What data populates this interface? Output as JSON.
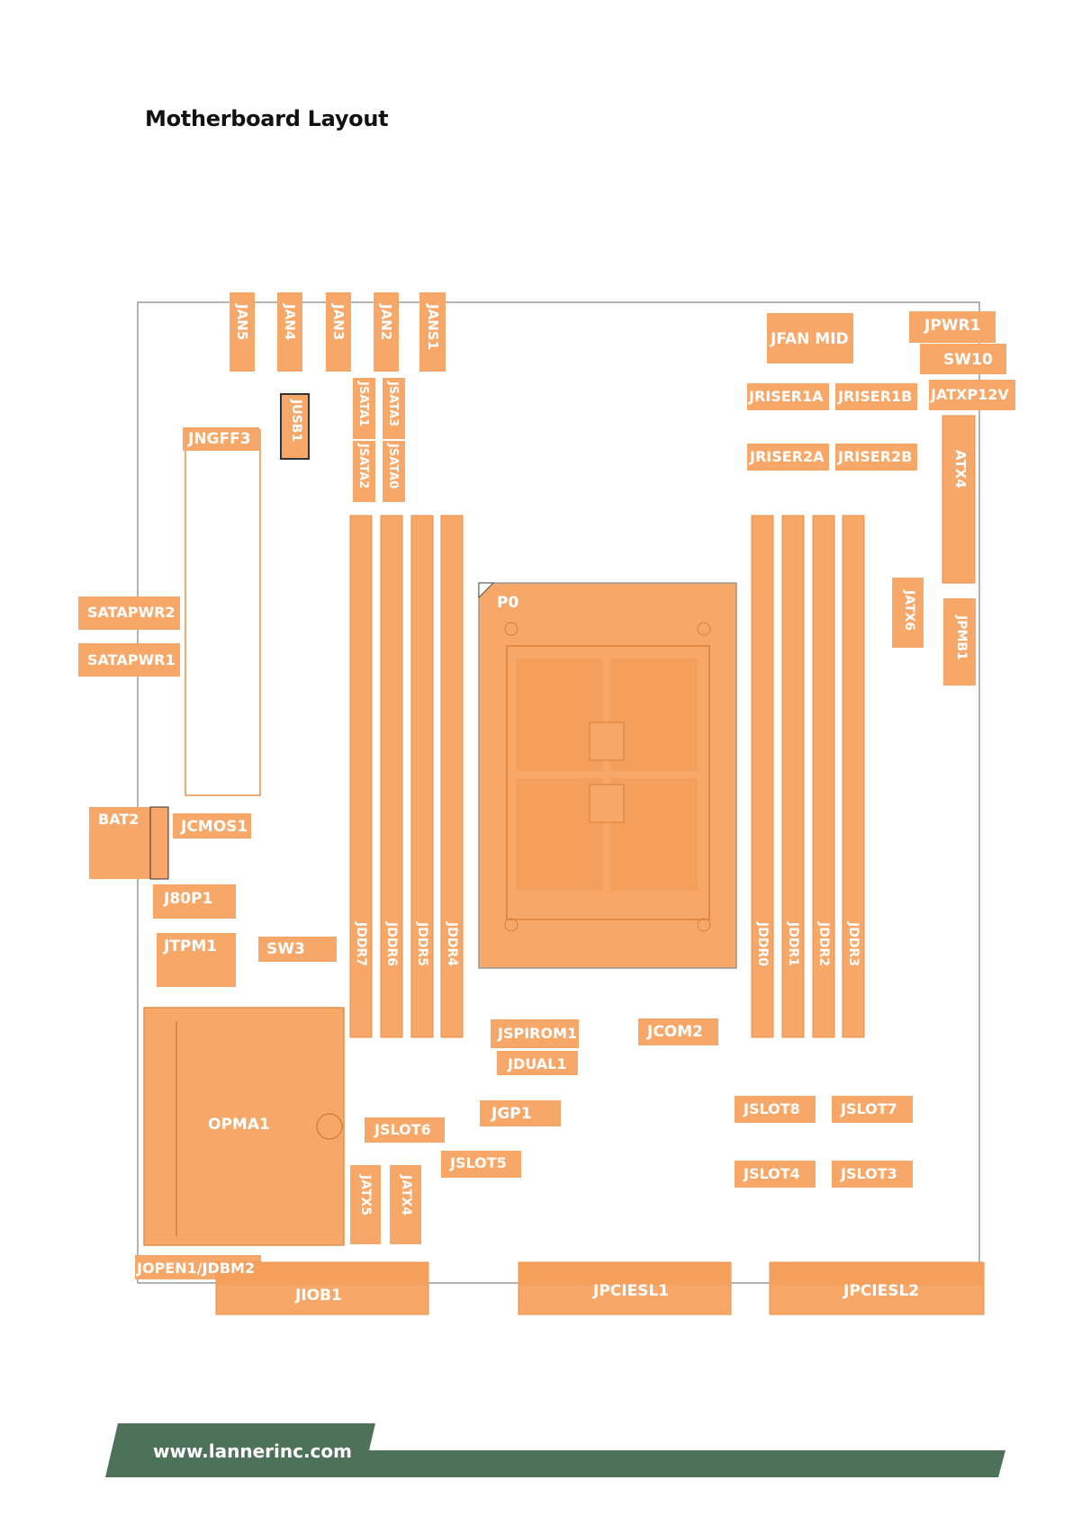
{
  "title": "Motherboard Layout",
  "footer_url": "www.lannerinc.com",
  "colors": {
    "component": "#f7a768",
    "component_border": "#e88f48",
    "footer": "#4e7259"
  },
  "components": {
    "jan5": "JAN5",
    "jan4": "JAN4",
    "jan3": "JAN3",
    "jan2": "JAN2",
    "jans1": "JANS1",
    "jusb1": "JUSB1",
    "jsata1": "JSATA1",
    "jsata3": "JSATA3",
    "jsata2": "JSATA2",
    "jsata0": "JSATA0",
    "jngff3": "JNGFF3",
    "satapwr2": "SATAPWR2",
    "satapwr1": "SATAPWR1",
    "bat2": "BAT2",
    "jcmos1": "JCMOS1",
    "j80p1": "J80P1",
    "jtpm1": "JTPM1",
    "sw3": "SW3",
    "opma1": "OPMA1",
    "jopen1_jdbm2": "JOPEN1/JDBM2",
    "jiob1": "JIOB1",
    "jddr7": "JDDR7",
    "jddr6": "JDDR6",
    "jddr5": "JDDR5",
    "jddr4": "JDDR4",
    "jddr0": "JDDR0",
    "jddr1": "JDDR1",
    "jddr2": "JDDR2",
    "jddr3": "JDDR3",
    "p0": "P0",
    "jfan_mid": "JFAN MID",
    "jpwr1": "JPWR1",
    "sw10": "SW10",
    "jriser1a": "JRISER1A",
    "jriser1b": "JRISER1B",
    "jatxp12v": "JATXP12V",
    "jriser2a": "JRISER2A",
    "jriser2b": "JRISER2B",
    "atx4_right": "ATX4",
    "jatx6": "JATX6",
    "jpmb1": "JPMB1",
    "jspirom1": "JSPIROM1",
    "jdual1": "JDUAL1",
    "jcom2": "JCOM2",
    "jgp1": "JGP1",
    "jslot6": "JSLOT6",
    "jslot5": "JSLOT5",
    "jatx5": "JATX5",
    "jatx4": "JATX4",
    "jslot8": "JSLOT8",
    "jslot7": "JSLOT7",
    "jslot4": "JSLOT4",
    "jslot3": "JSLOT3",
    "jpciesl1": "JPCIESL1",
    "jpciesl2": "JPCIESL2"
  }
}
